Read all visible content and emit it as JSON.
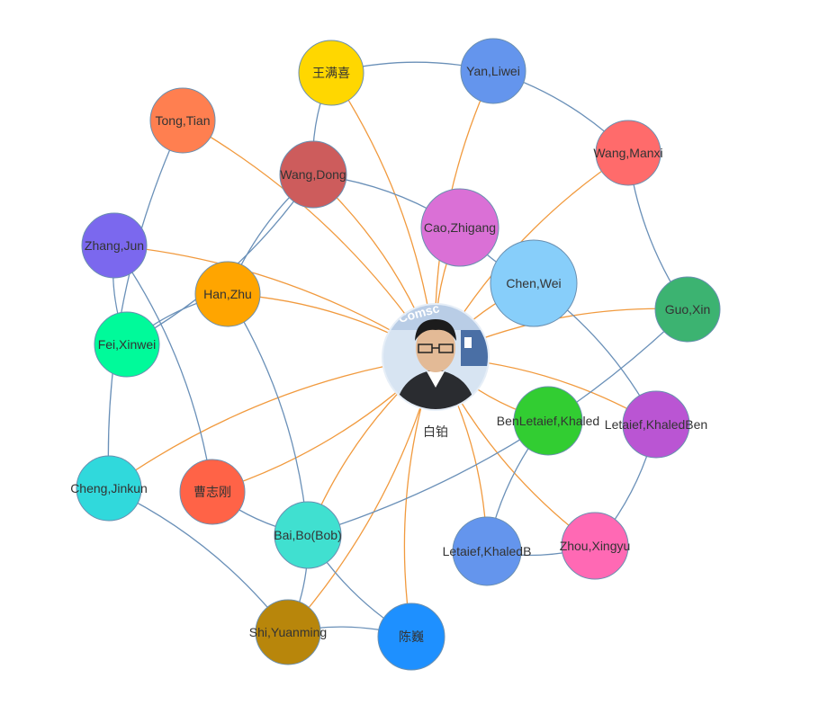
{
  "colors": {
    "edge_blue": "#6a90b8",
    "edge_orange": "#f19a3e",
    "node_stroke": "#6a8fb0"
  },
  "center": {
    "id": "center",
    "label": "白铂",
    "photo": {
      "banner_text": "Comsc",
      "bg": "#d7e4f2",
      "shirt": "#2a2c30",
      "skin": "#e3ba96",
      "hair": "#1c1c1c"
    }
  },
  "nodes": [
    {
      "id": "wang_manxi_cn",
      "label": "王满喜",
      "color": "#ffd700"
    },
    {
      "id": "yan_liwei",
      "label": "Yan,Liwei",
      "color": "#6495ed"
    },
    {
      "id": "tong_tian",
      "label": "Tong,Tian",
      "color": "#ff7f50"
    },
    {
      "id": "wang_manxi",
      "label": "Wang,Manxi",
      "color": "#ff6b6b"
    },
    {
      "id": "wang_dong",
      "label": "Wang,Dong",
      "color": "#cd5c5c"
    },
    {
      "id": "cao_zhigang",
      "label": "Cao,Zhigang",
      "color": "#da70d6"
    },
    {
      "id": "zhang_jun",
      "label": "Zhang,Jun",
      "color": "#7b68ee"
    },
    {
      "id": "chen_wei",
      "label": "Chen,Wei",
      "color": "#87cefa"
    },
    {
      "id": "han_zhu",
      "label": "Han,Zhu",
      "color": "#ffa500"
    },
    {
      "id": "guo_xin",
      "label": "Guo,Xin",
      "color": "#3cb371"
    },
    {
      "id": "fei_xinwei",
      "label": "Fei,Xinwei",
      "color": "#00fa9a"
    },
    {
      "id": "ben_letaief",
      "label": "BenLetaief,Khaled",
      "color": "#32cd32"
    },
    {
      "id": "letaief_ben",
      "label": "Letaief,KhaledBen",
      "color": "#ba55d3"
    },
    {
      "id": "cheng_jinkun",
      "label": "Cheng,Jinkun",
      "color": "#30d9dc"
    },
    {
      "id": "cao_zhigang_cn",
      "label": "曹志刚",
      "color": "#ff6347"
    },
    {
      "id": "bai_bo",
      "label": "Bai,Bo(Bob)",
      "color": "#40e0d0"
    },
    {
      "id": "letaief_khaledb",
      "label": "Letaief,KhaledB",
      "color": "#6495ed"
    },
    {
      "id": "zhou_xingyu",
      "label": "Zhou,Xingyu",
      "color": "#ff69b4"
    },
    {
      "id": "shi_yuanming",
      "label": "Shi,Yuanming",
      "color": "#b8860b"
    },
    {
      "id": "chen_wei_cn",
      "label": "陈巍",
      "color": "#1e90ff"
    }
  ],
  "edges": [
    [
      "center",
      "wang_manxi_cn",
      "orange"
    ],
    [
      "center",
      "yan_liwei",
      "orange"
    ],
    [
      "center",
      "tong_tian",
      "orange"
    ],
    [
      "center",
      "wang_manxi",
      "orange"
    ],
    [
      "center",
      "wang_dong",
      "orange"
    ],
    [
      "center",
      "cao_zhigang",
      "orange"
    ],
    [
      "center",
      "zhang_jun",
      "orange"
    ],
    [
      "center",
      "chen_wei",
      "orange"
    ],
    [
      "center",
      "han_zhu",
      "orange"
    ],
    [
      "center",
      "guo_xin",
      "orange"
    ],
    [
      "center",
      "ben_letaief",
      "orange"
    ],
    [
      "center",
      "letaief_ben",
      "orange"
    ],
    [
      "center",
      "cheng_jinkun",
      "orange"
    ],
    [
      "center",
      "cao_zhigang_cn",
      "orange"
    ],
    [
      "center",
      "bai_bo",
      "orange"
    ],
    [
      "center",
      "letaief_khaledb",
      "orange"
    ],
    [
      "center",
      "zhou_xingyu",
      "orange"
    ],
    [
      "center",
      "shi_yuanming",
      "orange"
    ],
    [
      "center",
      "chen_wei_cn",
      "orange"
    ],
    [
      "wang_manxi_cn",
      "yan_liwei",
      "blue"
    ],
    [
      "wang_manxi_cn",
      "wang_dong",
      "blue"
    ],
    [
      "yan_liwei",
      "wang_manxi",
      "blue"
    ],
    [
      "wang_manxi",
      "guo_xin",
      "blue"
    ],
    [
      "wang_dong",
      "cao_zhigang",
      "blue"
    ],
    [
      "wang_dong",
      "han_zhu",
      "blue"
    ],
    [
      "wang_dong",
      "fei_xinwei",
      "blue"
    ],
    [
      "cao_zhigang",
      "chen_wei",
      "blue"
    ],
    [
      "chen_wei",
      "letaief_ben",
      "blue"
    ],
    [
      "zhang_jun",
      "fei_xinwei",
      "blue"
    ],
    [
      "zhang_jun",
      "cao_zhigang_cn",
      "blue"
    ],
    [
      "han_zhu",
      "fei_xinwei",
      "blue"
    ],
    [
      "han_zhu",
      "bai_bo",
      "blue"
    ],
    [
      "tong_tian",
      "cheng_jinkun",
      "blue"
    ],
    [
      "guo_xin",
      "bai_bo",
      "blue"
    ],
    [
      "ben_letaief",
      "letaief_khaledb",
      "blue"
    ],
    [
      "letaief_ben",
      "zhou_xingyu",
      "blue"
    ],
    [
      "letaief_khaledb",
      "zhou_xingyu",
      "blue"
    ],
    [
      "cheng_jinkun",
      "shi_yuanming",
      "blue"
    ],
    [
      "cao_zhigang_cn",
      "bai_bo",
      "blue"
    ],
    [
      "bai_bo",
      "shi_yuanming",
      "blue"
    ],
    [
      "bai_bo",
      "chen_wei_cn",
      "blue"
    ],
    [
      "shi_yuanming",
      "chen_wei_cn",
      "blue"
    ]
  ]
}
